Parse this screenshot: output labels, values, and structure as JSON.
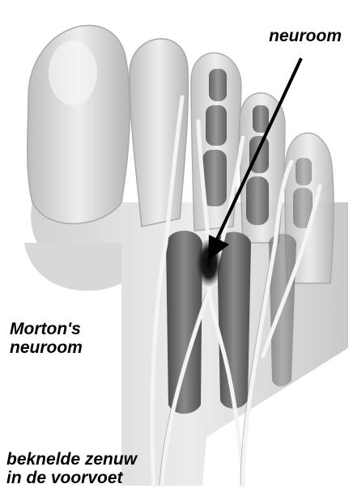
{
  "labels": {
    "arrow_label": "neuroom",
    "title_line1": "Morton's",
    "title_line2": "neuroom",
    "subtitle_line1": "beknelde zenuw",
    "subtitle_line2": "in de voorvoet"
  },
  "illustration": {
    "subject": "foot sole with toes, metatarsal bones and nerves",
    "colors": {
      "skin": "#e8e8e8",
      "bone": "#6f6f6f",
      "nerve": "#f2f2f2",
      "neuroma": "#111111"
    }
  }
}
